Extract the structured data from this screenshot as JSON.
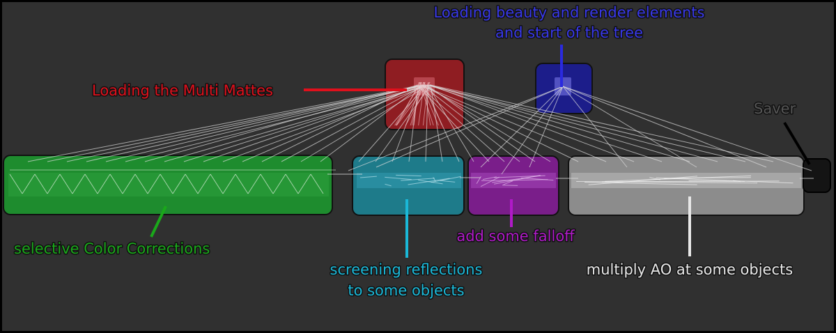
{
  "labels": {
    "beauty_line1": "Loading beauty and render elements",
    "beauty_line2": "and start of the tree",
    "mattes": "Loading the Multi Mattes",
    "saver": "Saver",
    "color_corrections": "selective Color Corrections",
    "reflections_line1": "screening reflections",
    "reflections_line2": "to some objects",
    "falloff": "add some falloff",
    "ao": "multiply AO at some objects"
  },
  "colors": {
    "background": "#303030",
    "border": "#000000",
    "red": "#e0101c",
    "blue": "#2a2ae0",
    "green": "#1aa81a",
    "cyan": "#1ab8d8",
    "purple": "#b01ac8",
    "white": "#e8e8e8",
    "gray": "#555555"
  }
}
